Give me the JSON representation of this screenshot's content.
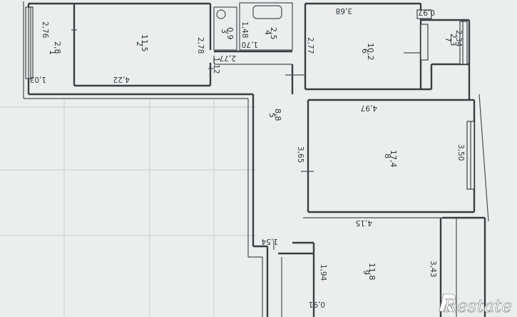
{
  "rooms": [
    {
      "id": "1",
      "area": "2,8"
    },
    {
      "id": "2",
      "area": "11,5"
    },
    {
      "id": "3",
      "area": "0,9"
    },
    {
      "id": "4",
      "area": "2,5"
    },
    {
      "id": "5",
      "area": "8,8"
    },
    {
      "id": "6",
      "area": "10,2"
    },
    {
      "id": "7",
      "area": "2,3"
    },
    {
      "id": "8",
      "area": "17,4"
    },
    {
      "id": "9",
      "area": "11,8"
    }
  ],
  "dimensions": {
    "d_2_76": "2,76",
    "d_1_03": "1,03",
    "d_4_22": "4,22",
    "d_2_78": "2,78",
    "d_1_12": "1,12",
    "d_1_48": "1,48",
    "d_1_70": "1,70",
    "d_2_77a": "2,77",
    "d_2_77b": "2,77",
    "d_3_68": "3,68",
    "d_0_97": "0,97",
    "d_2_34": "2,34",
    "d_4_97": "4,97",
    "d_3_65": "3,65",
    "d_3_50": "3,50",
    "d_4_15": "4,15",
    "d_1_54": "1,54",
    "d_1_94": "1,94",
    "d_3_43": "3,43",
    "d_0_91": "0,91"
  },
  "watermark": "Restate"
}
